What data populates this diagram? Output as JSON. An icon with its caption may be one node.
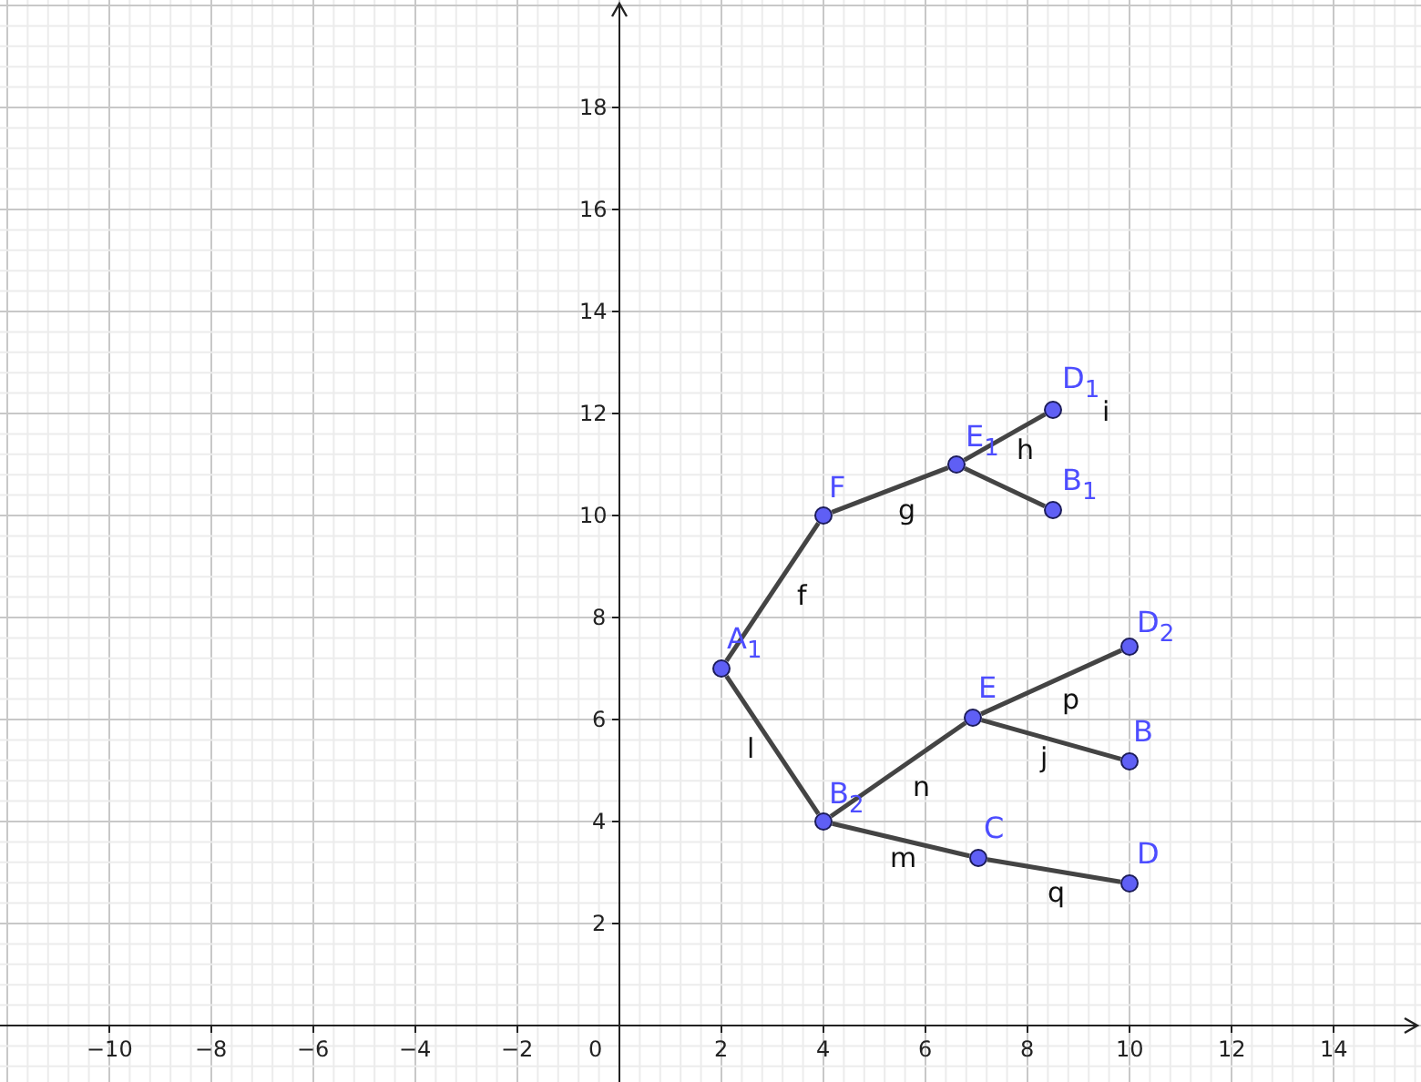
{
  "diagram": {
    "nodes": [
      {
        "text": [
          "A$_{1}$"
        ]
      },
      {
        "text": [
          "F"
        ]
      },
      {
        "text": [
          "E$_{1}$"
        ]
      },
      {
        "text": [
          "D$_{1}$"
        ]
      },
      {
        "text": [
          "B$_{1}$"
        ]
      },
      {
        "text": [
          "B$_{2}$"
        ]
      },
      {
        "text": [
          "E"
        ]
      },
      {
        "text": [
          "D$_{2}$"
        ]
      },
      {
        "text": [
          "B"
        ]
      },
      {
        "text": [
          "C"
        ]
      },
      {
        "text": [
          "D"
        ]
      }
    ],
    "edges": [
      {
        "from": 0,
        "to": 1,
        "arrow": "none",
        "label": "f"
      },
      {
        "from": 1,
        "to": 2,
        "arrow": "none",
        "label": "g"
      },
      {
        "from": 2,
        "to": 3,
        "arrow": "none",
        "label": "h"
      },
      {
        "from": 2,
        "to": 4,
        "arrow": "none"
      },
      {
        "from": 0,
        "to": 5,
        "arrow": "none",
        "label": "l"
      },
      {
        "from": 5,
        "to": 6,
        "arrow": "none",
        "label": "n"
      },
      {
        "from": 6,
        "to": 7,
        "arrow": "none",
        "label": "p"
      },
      {
        "from": 6,
        "to": 8,
        "arrow": "none",
        "label": "j"
      },
      {
        "from": 5,
        "to": 9,
        "arrow": "none",
        "label": "m"
      },
      {
        "from": 9,
        "to": 10,
        "arrow": "none",
        "label": "q"
      }
    ],
    "labels": [
      "18",
      "16",
      "14",
      "12",
      "i",
      "10",
      "8",
      "6",
      "4",
      "2",
      "−10",
      "−8",
      "−6",
      "−4",
      "−2",
      "0",
      "2",
      "4",
      "6",
      "8",
      "10",
      "12",
      "14"
    ]
  }
}
